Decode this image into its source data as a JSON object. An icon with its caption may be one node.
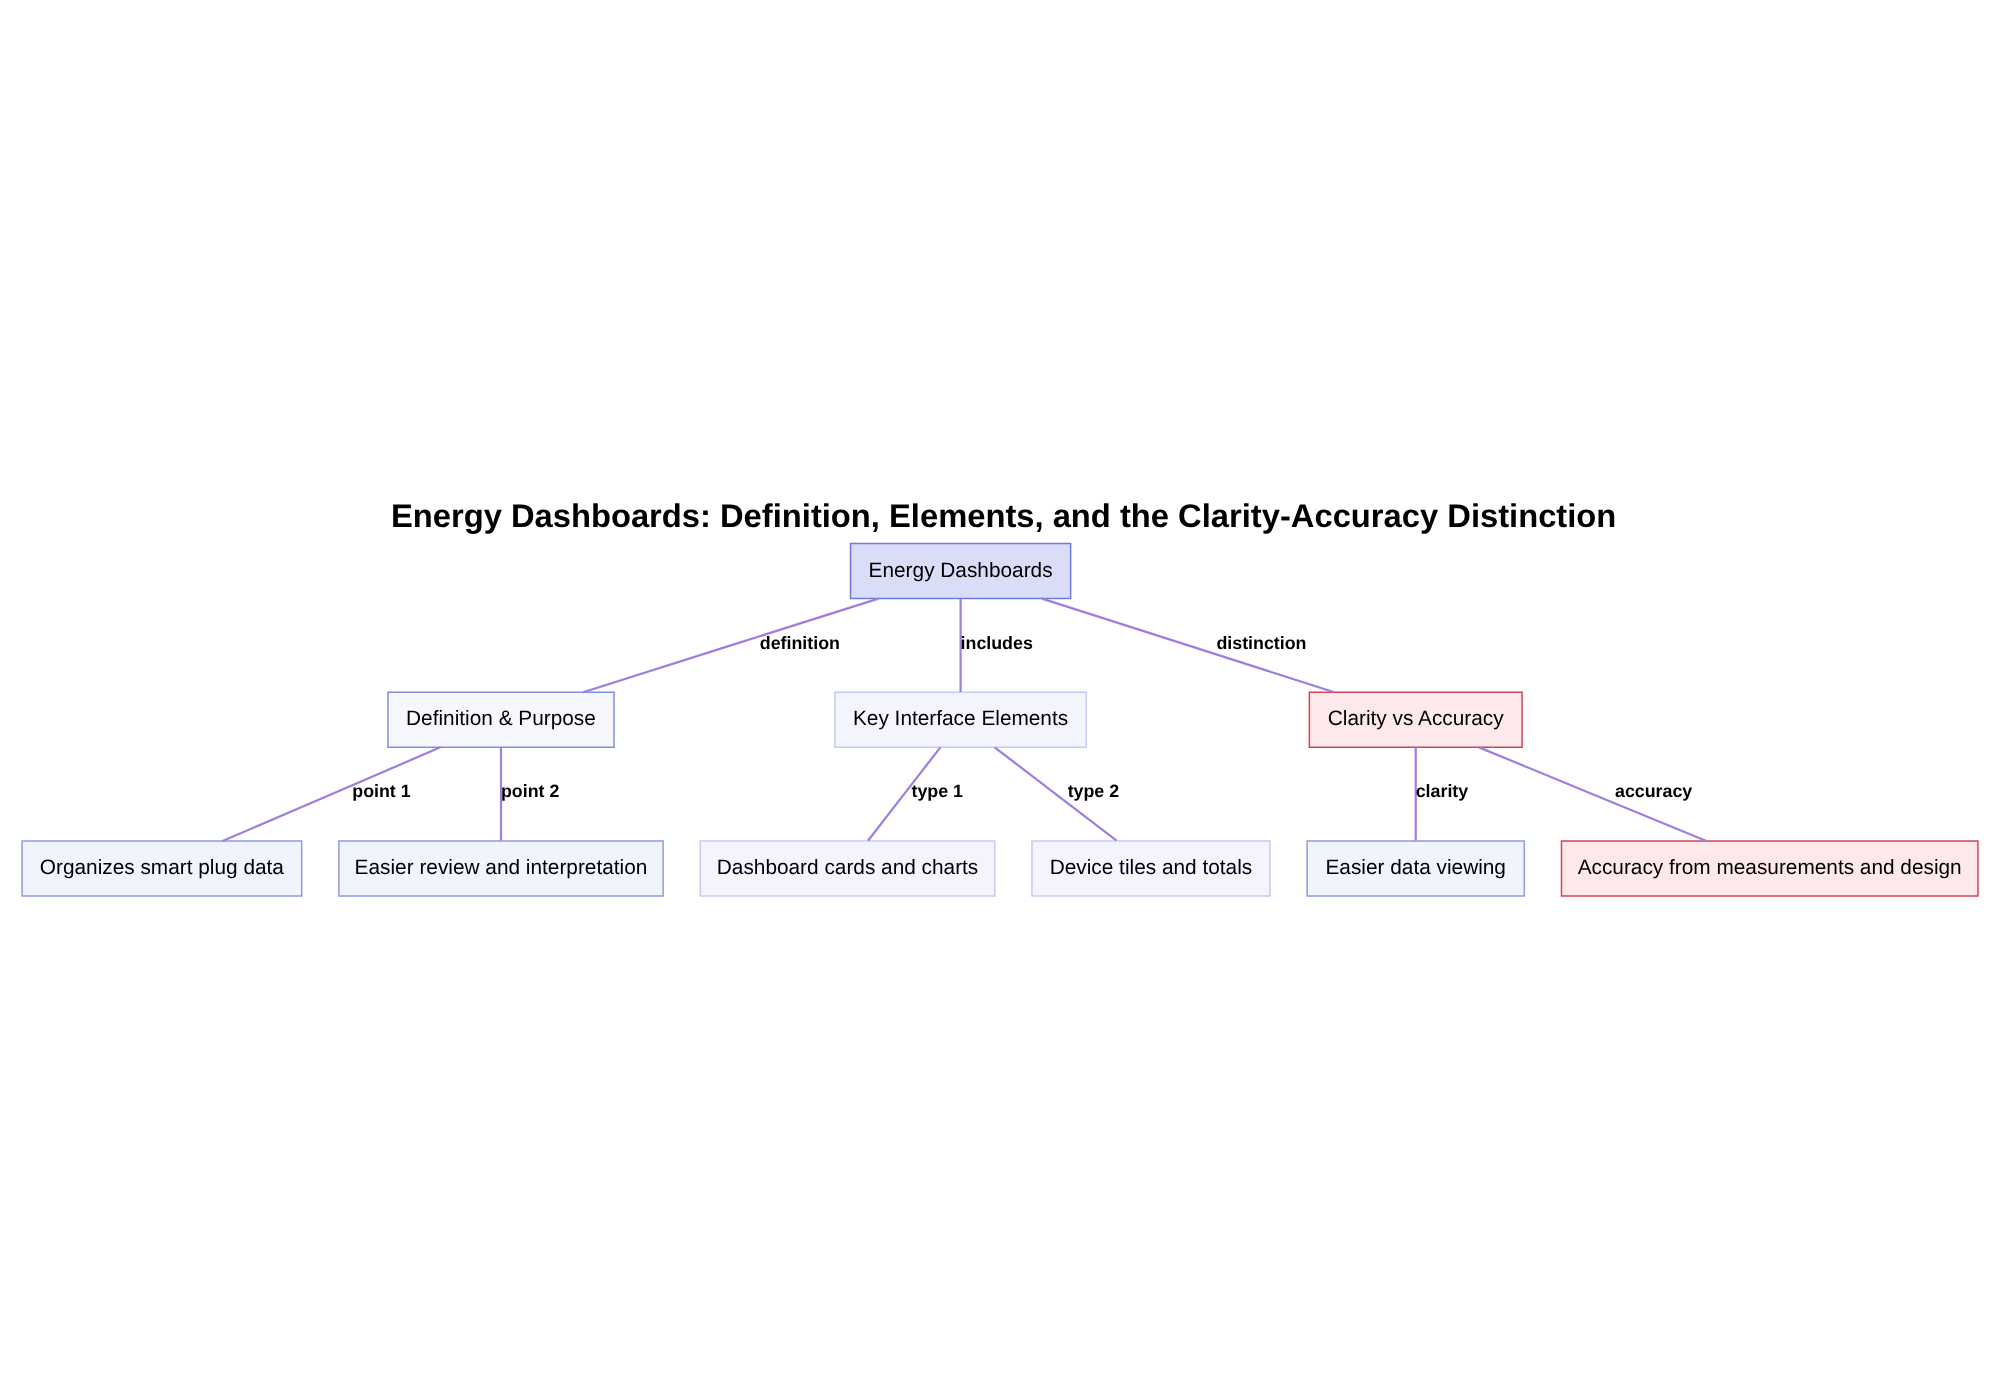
{
  "diagram": {
    "title": "Energy Dashboards: Definition, Elements, and the Clarity-Accuracy Distinction",
    "nodes": [
      {
        "text": [
          "Energy Dashboards"
        ]
      },
      {
        "text": [
          "Definition & Purpose"
        ]
      },
      {
        "text": [
          "Key Interface Elements"
        ]
      },
      {
        "text": [
          "Clarity vs Accuracy"
        ]
      },
      {
        "text": [
          "Organizes smart plug data"
        ]
      },
      {
        "text": [
          "Easier review and interpretation"
        ]
      },
      {
        "text": [
          "Dashboard cards and charts"
        ]
      },
      {
        "text": [
          "Device tiles and totals"
        ]
      },
      {
        "text": [
          "Easier data viewing"
        ]
      },
      {
        "text": [
          "Accuracy from measurements and design"
        ]
      }
    ],
    "edges": [
      {
        "from": 0,
        "to": 1,
        "arrow": "none",
        "label": "definition"
      },
      {
        "from": 0,
        "to": 2,
        "arrow": "none",
        "label": "includes"
      },
      {
        "from": 0,
        "to": 3,
        "arrow": "none",
        "label": "distinction"
      },
      {
        "from": 1,
        "to": 4,
        "arrow": "none",
        "label": "point 1"
      },
      {
        "from": 1,
        "to": 5,
        "arrow": "none",
        "label": "point 2"
      },
      {
        "from": 2,
        "to": 6,
        "arrow": "none",
        "label": "type 1"
      },
      {
        "from": 2,
        "to": 7,
        "arrow": "none",
        "label": "type 2"
      },
      {
        "from": 3,
        "to": 8,
        "arrow": "none",
        "label": "clarity"
      },
      {
        "from": 3,
        "to": 9,
        "arrow": "none",
        "label": "accuracy"
      }
    ]
  }
}
